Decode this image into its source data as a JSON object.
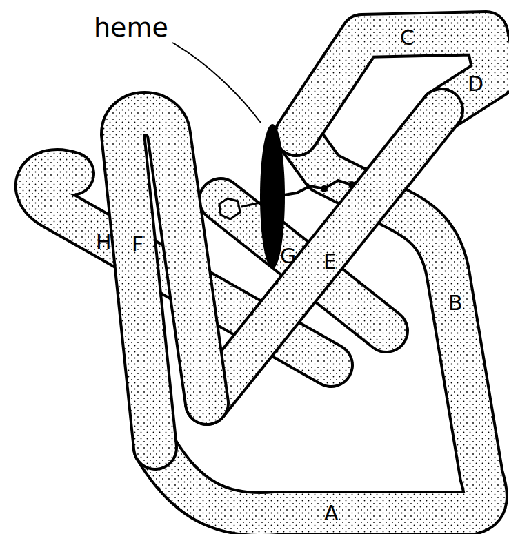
{
  "diagram": {
    "labels": [
      "heme",
      "C",
      "D",
      "F",
      "G",
      "E",
      "B",
      "H",
      "A"
    ]
  }
}
